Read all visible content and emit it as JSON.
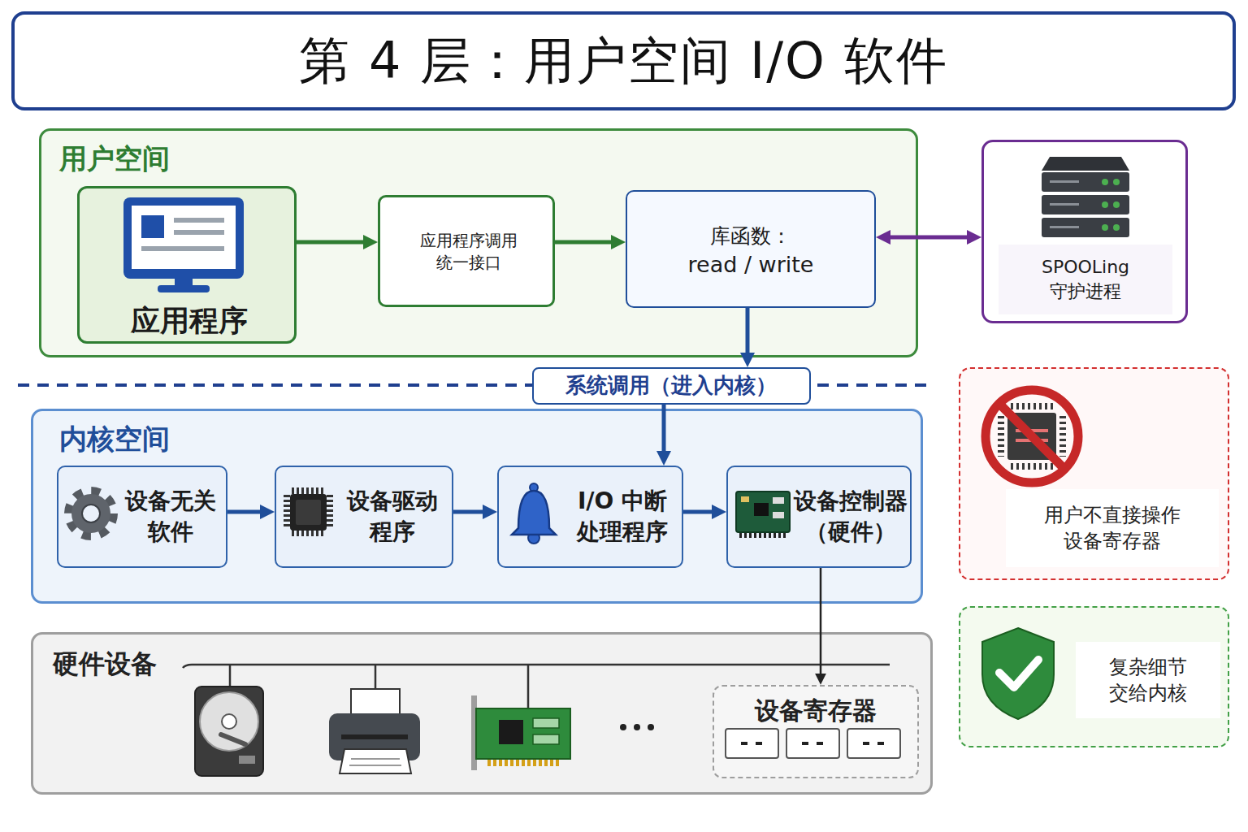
{
  "diagram": {
    "title": "第 4 层：用户空间 I/O 软件",
    "nodes": [
      {
        "text": [
          "用户空间"
        ]
      },
      {
        "text": [
          "应用程序"
        ],
        "in": 0
      },
      {
        "text": [
          "应用程序调用 统一接口"
        ],
        "in": 0
      },
      {
        "text": [
          "库函数：",
          "read / write"
        ],
        "in": 0
      },
      {
        "text": [
          "SPOOLing 守护进程"
        ]
      },
      {
        "text": [
          "系统调用（进入内核）"
        ]
      },
      {
        "text": [
          "内核空间"
        ]
      },
      {
        "text": [
          "设备无关 软件"
        ],
        "in": 6
      },
      {
        "text": [
          "设备驱动 程序"
        ],
        "in": 6
      },
      {
        "text": [
          "I/O 中断 处理程序"
        ],
        "in": 6
      },
      {
        "text": [
          "设备控制器 （硬件）"
        ],
        "in": 6
      },
      {
        "text": [
          "硬件设备"
        ]
      },
      {
        "text": [
          "设备寄存器"
        ],
        "in": 11
      },
      {
        "text": [
          "用户不直接操作 设备寄存器"
        ]
      },
      {
        "text": [
          "复杂细节 交给内核"
        ]
      }
    ],
    "edges": [
      {
        "from": 1,
        "to": 2,
        "arrow": "to"
      },
      {
        "from": 2,
        "to": 3,
        "arrow": "to"
      },
      {
        "from": 3,
        "to": 4,
        "arrow": "both"
      },
      {
        "from": 3,
        "to": 5,
        "arrow": "to"
      },
      {
        "from": 5,
        "to": 9,
        "arrow": "to"
      },
      {
        "from": 7,
        "to": 8,
        "arrow": "to"
      },
      {
        "from": 8,
        "to": 9,
        "arrow": "to"
      },
      {
        "from": 9,
        "to": 10,
        "arrow": "to"
      },
      {
        "from": 10,
        "to": 12,
        "arrow": "to"
      }
    ]
  }
}
